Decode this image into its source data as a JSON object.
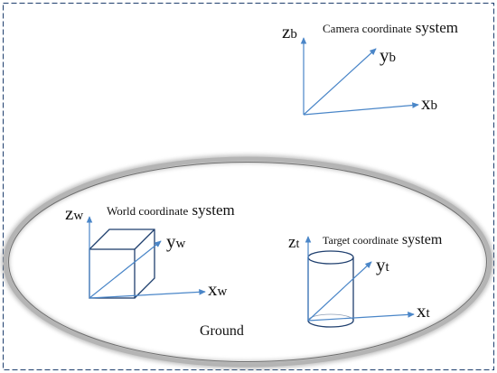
{
  "colors": {
    "axis": "#4a86c8",
    "shape": "#1f3f6e",
    "frame": "#1f3f6e",
    "ground_shadow": "#9a9a9a"
  },
  "camera": {
    "title_prefix": "Camera coordinate",
    "title_suffix": " system",
    "z": {
      "main": "z",
      "sub": "b"
    },
    "y": {
      "main": "y",
      "sub": "b"
    },
    "x": {
      "main": "x",
      "sub": "b"
    }
  },
  "world": {
    "title_prefix": "World coordinate",
    "title_suffix": " system",
    "z": {
      "main": "z",
      "sub": "w"
    },
    "y": {
      "main": "y",
      "sub": "w"
    },
    "x": {
      "main": "x",
      "sub": "w"
    }
  },
  "target": {
    "title_prefix": "Target coordinate",
    "title_suffix": " system",
    "z": {
      "main": "z",
      "sub": "t"
    },
    "y": {
      "main": "y",
      "sub": "t"
    },
    "x": {
      "main": "x",
      "sub": "t"
    }
  },
  "ground_label": "Ground"
}
